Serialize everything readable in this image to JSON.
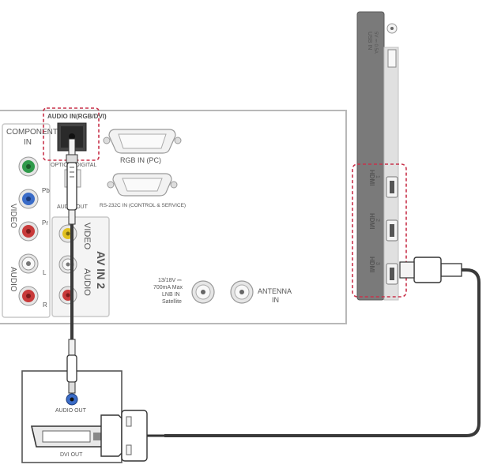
{
  "tv_back_panel": {
    "audio_in_label": "AUDIO IN(RGB/DVI)",
    "component_label_line1": "COMPONENT",
    "component_label_line2": "IN",
    "optical_label": "OPTICAL DIGITAL",
    "audio_out_label": "AUDIO OUT",
    "rgb_in_label": "RGB IN (PC)",
    "rs232c_label": "RS-232C IN (CONTROL & SERVICE)",
    "video_label": "VIDEO",
    "audio_label": "AUDIO",
    "av_in_label": "AV IN 2",
    "lnb_line1": "13/18V ⎓",
    "lnb_line2": "700mA Max",
    "lnb_line3": "LNB IN",
    "lnb_line4": "Satellite",
    "antenna_line1": "ANTENNA",
    "antenna_line2": "IN",
    "pb_label": "Pb",
    "pr_label": "Pr",
    "l_label": "L",
    "r_label": "R",
    "comp_video_label": "VIDEO",
    "comp_audio_label": "AUDIO"
  },
  "tv_side_panel": {
    "usb_label": "USB IN",
    "usb_rating": "5V ⎓ 0.5A",
    "hdmi_label": "HDMI",
    "hdmi_ports": [
      "1",
      "2",
      "3"
    ]
  },
  "pc_device": {
    "audio_out_label": "AUDIO OUT",
    "dvi_out_label": "DVI OUT"
  },
  "colors": {
    "highlight": "#c8324a",
    "cable": "#3a3a3a",
    "panel_border": "#b8b8b8",
    "side_panel": "#7a7a7a",
    "green_jack": "#2f9a4a",
    "blue_jack": "#3a6cc8",
    "red_jack": "#c83a3a",
    "yellow_jack": "#e0c020"
  }
}
